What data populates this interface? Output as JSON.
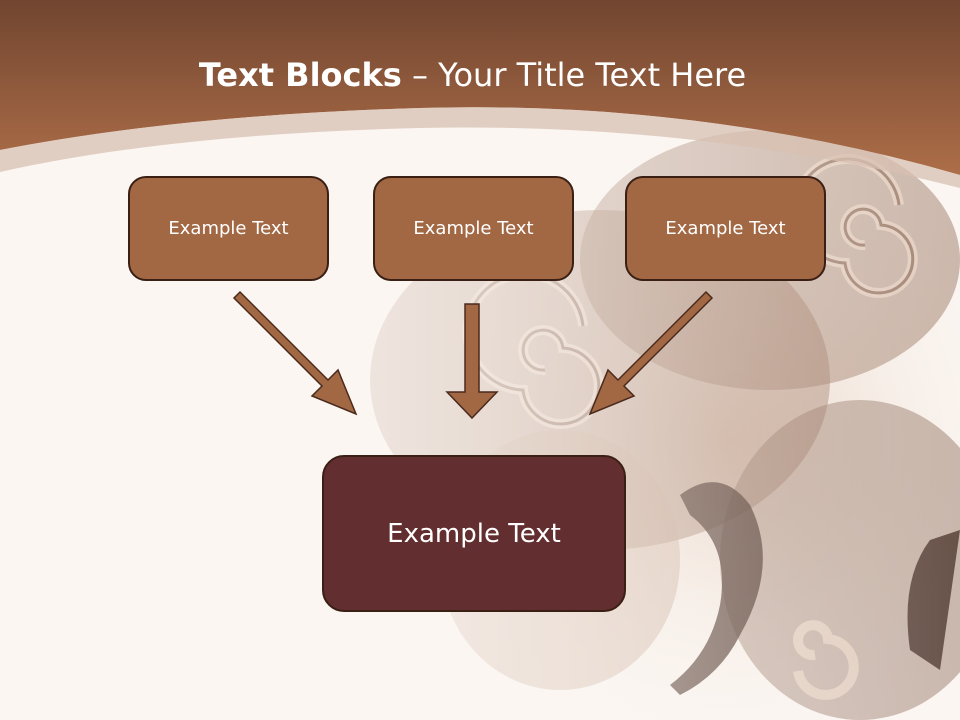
{
  "title": {
    "bold": "Text Blocks",
    "dash": " – ",
    "regular": "Your Title Text Here"
  },
  "blocks": [
    {
      "label": "Example Text"
    },
    {
      "label": "Example Text"
    },
    {
      "label": "Example Text"
    }
  ],
  "main_block": {
    "label": "Example Text"
  },
  "colors": {
    "header_brown": "#8a5535",
    "block_fill": "#a26743",
    "main_block_fill": "#632e30",
    "arrow_fill": "#a26743",
    "background": "#fbf6f2"
  },
  "icons": {
    "background_image": "octopus-tentacle-icon",
    "arrow": "down-arrow-icon"
  }
}
